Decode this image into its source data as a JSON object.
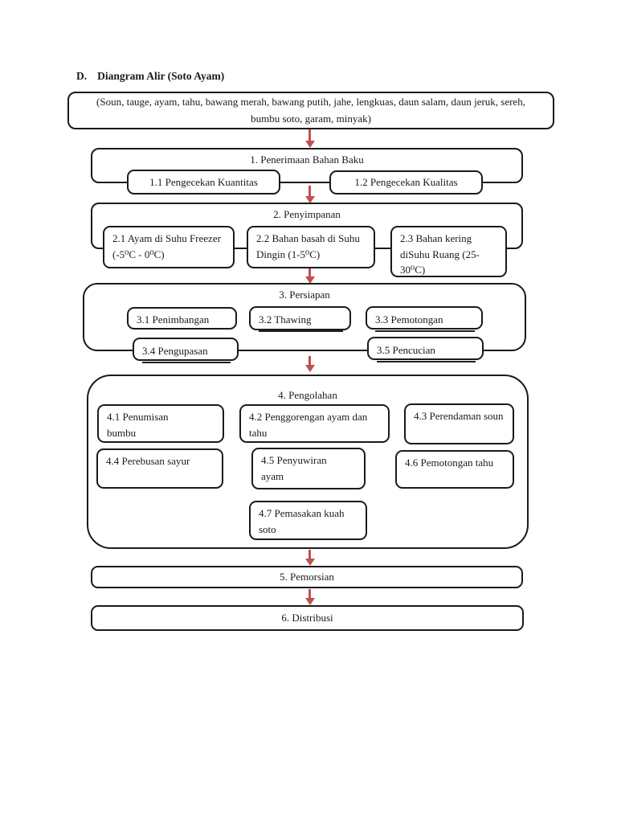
{
  "title": {
    "prefix": "D.",
    "text": "Diangram Alir (Soto Ayam)"
  },
  "colors": {
    "arrow": "#c0504d",
    "line": "#1a1a1a",
    "background": "#ffffff"
  },
  "flow": {
    "ingredients": "(Soun, tauge, ayam, tahu, bawang merah, bawang putih, jahe, lengkuas, daun salam, daun jeruk, sereh, bumbu soto, garam, minyak)",
    "stage1": {
      "label": "1. Penerimaan Bahan Baku",
      "sub1": "1.1 Pengecekan Kuantitas",
      "sub2": "1.2 Pengecekan Kualitas"
    },
    "stage2": {
      "label": "2. Penyimpanan",
      "sub1": "2.1 Ayam di Suhu Freezer (-5⁰C - 0⁰C)",
      "sub2": "2.2 Bahan basah di Suhu Dingin (1-5⁰C)",
      "sub3": "2.3 Bahan kering diSuhu Ruang (25-30⁰C)"
    },
    "stage3": {
      "label": "3. Persiapan",
      "sub1": "3.1 Penimbangan",
      "sub2": "3.2 Thawing",
      "sub3": "3.3 Pemotongan",
      "sub4": "3.4 Pengupasan",
      "sub5": "3.5 Pencucian"
    },
    "stage4": {
      "label": "4. Pengolahan",
      "sub1": "4.1 Penumisan bumbu",
      "sub2": "4.2 Penggorengan ayam dan tahu",
      "sub3": "4.3 Perendaman soun",
      "sub4": "4.4 Perebusan sayur",
      "sub5": "4.5 Penyuwiran ayam",
      "sub6": "4.6 Pemotongan tahu",
      "sub7": "4.7 Pemasakan kuah soto"
    },
    "stage5": {
      "label": "5. Pemorsian"
    },
    "stage6": {
      "label": "6. Distribusi"
    }
  }
}
